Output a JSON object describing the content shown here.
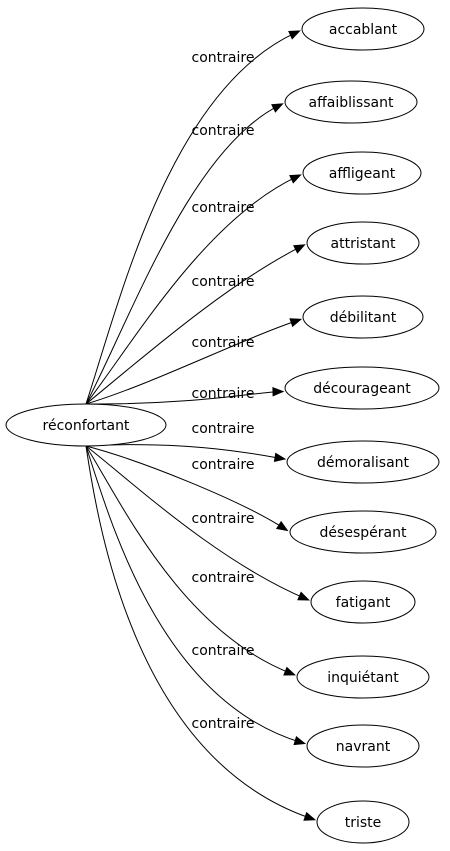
{
  "graph": {
    "source": {
      "label": "réconfortant"
    },
    "edge_label": "contraire",
    "targets": [
      {
        "label": "accablant"
      },
      {
        "label": "affaiblissant"
      },
      {
        "label": "affligeant"
      },
      {
        "label": "attristant"
      },
      {
        "label": "débilitant"
      },
      {
        "label": "décourageant"
      },
      {
        "label": "démoralisant"
      },
      {
        "label": "désespérant"
      },
      {
        "label": "fatigant"
      },
      {
        "label": "inquiétant"
      },
      {
        "label": "navrant"
      },
      {
        "label": "triste"
      }
    ]
  }
}
